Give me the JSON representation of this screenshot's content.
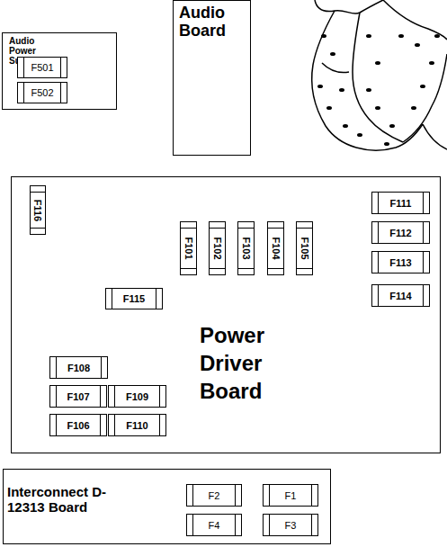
{
  "diagram": {
    "nodes": [
      {
        "text": [
          "Audio Power Supply"
        ]
      },
      {
        "text": [
          "F501"
        ],
        "in": 0
      },
      {
        "text": [
          "F502"
        ],
        "in": 0
      },
      {
        "text": [
          "Audio Board"
        ]
      },
      {
        "text": [
          "Power Driver Board"
        ]
      },
      {
        "text": [
          "F116"
        ],
        "in": 4
      },
      {
        "text": [
          "F101"
        ],
        "in": 4
      },
      {
        "text": [
          "F102"
        ],
        "in": 4
      },
      {
        "text": [
          "F103"
        ],
        "in": 4
      },
      {
        "text": [
          "F104"
        ],
        "in": 4
      },
      {
        "text": [
          "F105"
        ],
        "in": 4
      },
      {
        "text": [
          "F111"
        ],
        "in": 4
      },
      {
        "text": [
          "F112"
        ],
        "in": 4
      },
      {
        "text": [
          "F113"
        ],
        "in": 4
      },
      {
        "text": [
          "F114"
        ],
        "in": 4
      },
      {
        "text": [
          "F115"
        ],
        "in": 4
      },
      {
        "text": [
          "F108"
        ],
        "in": 4
      },
      {
        "text": [
          "F107"
        ],
        "in": 4
      },
      {
        "text": [
          "F109"
        ],
        "in": 4
      },
      {
        "text": [
          "F106"
        ],
        "in": 4
      },
      {
        "text": [
          "F110"
        ],
        "in": 4
      },
      {
        "text": [
          "Interconnect D-12313 Board"
        ]
      },
      {
        "text": [
          "F2"
        ],
        "in": 21
      },
      {
        "text": [
          "F1"
        ],
        "in": 21
      },
      {
        "text": [
          "F4"
        ],
        "in": 21
      },
      {
        "text": [
          "F3"
        ],
        "in": 21
      }
    ]
  }
}
